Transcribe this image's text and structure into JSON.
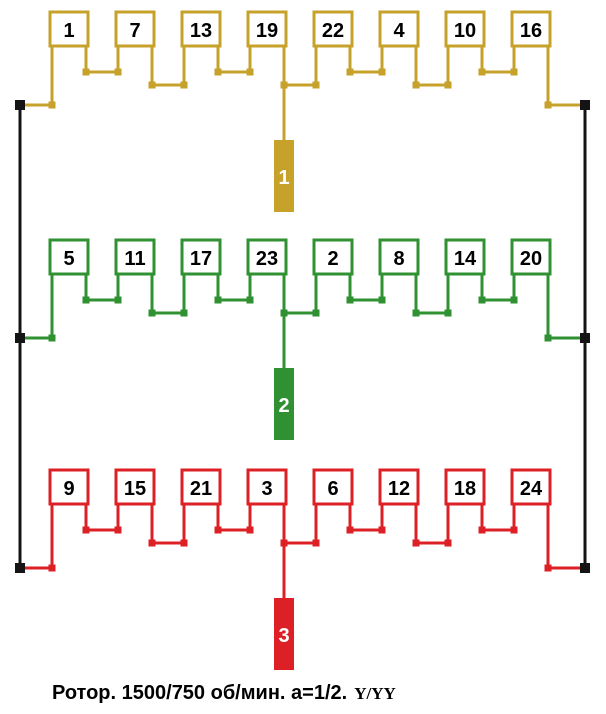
{
  "caption": {
    "main": "Ротор. 1500/750 об/мин. a=1/2.",
    "suffix": "Y/YY"
  },
  "colors": {
    "phase1": "#C7A22B",
    "phase2": "#2F9132",
    "phase3": "#DC2026",
    "bus": "#141414",
    "coil_fill": "#FFFFFF",
    "coil_number_text": "#000000",
    "terminal_text": "#FFFFFF",
    "background": "#FFFFFF"
  },
  "phases": [
    {
      "name": "phase-1",
      "terminal_label": "1",
      "color_key": "phase1",
      "coil_numbers": [
        "1",
        "7",
        "13",
        "19",
        "22",
        "4",
        "10",
        "16"
      ]
    },
    {
      "name": "phase-2",
      "terminal_label": "2",
      "color_key": "phase2",
      "coil_numbers": [
        "5",
        "11",
        "17",
        "23",
        "2",
        "8",
        "14",
        "20"
      ]
    },
    {
      "name": "phase-3",
      "terminal_label": "3",
      "color_key": "phase3",
      "coil_numbers": [
        "9",
        "15",
        "21",
        "3",
        "6",
        "12",
        "18",
        "24"
      ]
    }
  ]
}
